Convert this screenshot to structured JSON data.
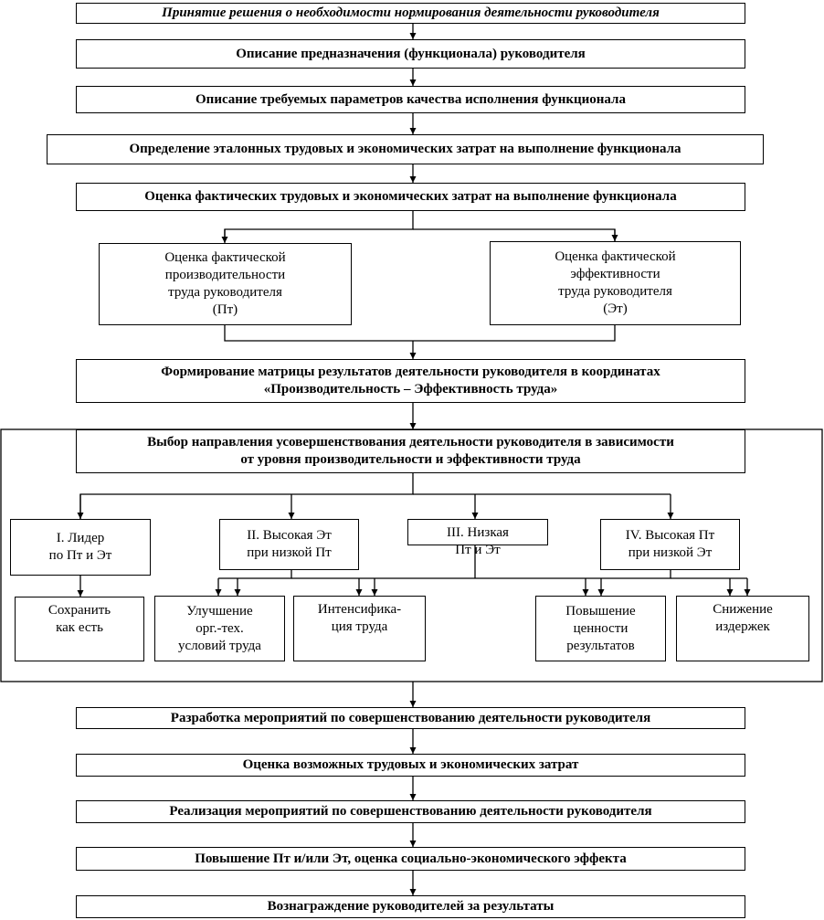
{
  "steps": {
    "decision": "Принятие решения о необходимости нормирования деятельности руководителя",
    "purpose": "Описание предназначения (функционала) руководителя",
    "quality": "Описание требуемых параметров качества исполнения функционала",
    "standard_costs": "Определение эталонных трудовых и экономических затрат на выполнение функционала",
    "actual_costs": "Оценка фактических трудовых и экономических затрат на выполнение функционала",
    "productivity": "Оценка фактической\nпроизводительности\nтруда руководителя\n(Пт)",
    "efficiency": "Оценка фактической\nэффективности\nтруда руководителя\n(Эт)",
    "matrix": "Формирование матрицы результатов деятельности руководителя в координатах\n«Производительность – Эффективность труда»",
    "direction": "Выбор направления усовершенствования деятельности руководителя в зависимости\nот уровня производительности и эффективности труда",
    "develop": "Разработка мероприятий по совершенствованию деятельности руководителя",
    "assess_possible": "Оценка возможных трудовых и экономических затрат",
    "implement": "Реализация мероприятий по совершенствованию деятельности руководителя",
    "increase": "Повышение Пт и/или Эт, оценка социально-экономического эффекта",
    "reward": "Вознаграждение руководителей за результаты"
  },
  "quadrants": {
    "q1": "I.  Лидер\nпо Пт и Эт",
    "q2": "II. Высокая Эт\nпри низкой Пт",
    "q3": "III. Низкая\nПт и Эт",
    "q4": "IV. Высокая Пт\nпри низкой Эт"
  },
  "actions": {
    "keep": "Сохранить\nкак есть",
    "improve": "Улучшение\nорг.-тех.\nусловий труда",
    "intensify": "Интенсифика-\nция труда",
    "value": "Повышение\nценности\nрезультатов",
    "costs": "Снижение\nиздержек"
  }
}
